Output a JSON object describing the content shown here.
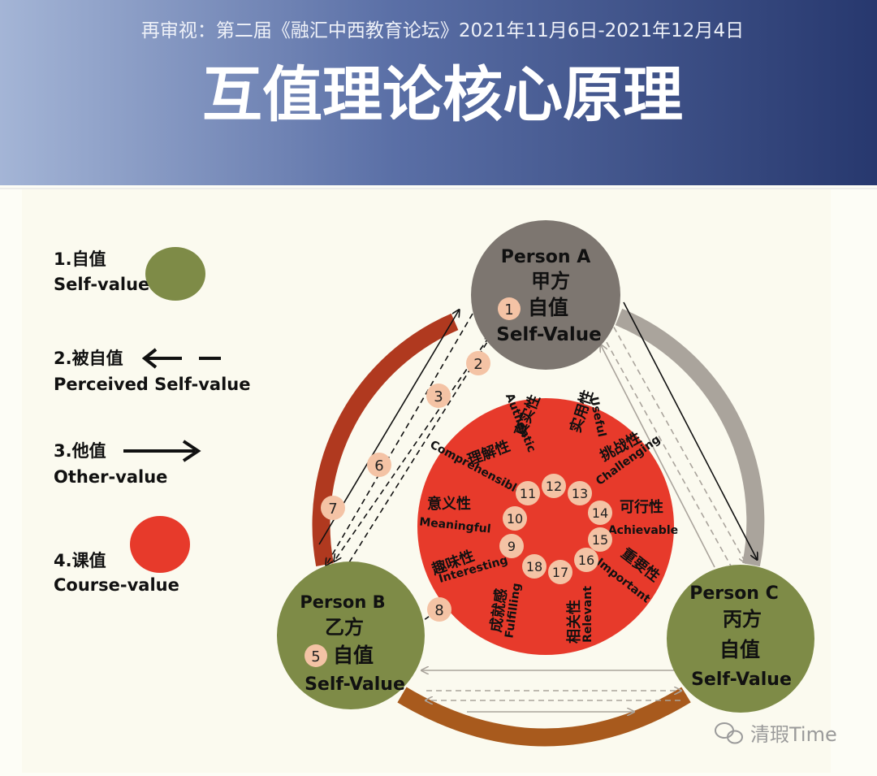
{
  "header": {
    "subtitle": "再审视：第二届《融汇中西教育论坛》2021年11月6日-2021年12月4日",
    "title": "互值理论核心原理"
  },
  "legend": {
    "item1": {
      "label_cn": "1.自值",
      "label_en": "Self-value",
      "color": "#7e8b47"
    },
    "item2": {
      "label_cn": "2.被自值",
      "label_en": "Perceived Self-value"
    },
    "item3": {
      "label_cn": "3.他值",
      "label_en": "Other-value"
    },
    "item4": {
      "label_cn": "4.课值",
      "label_en": "Course-value",
      "color": "#e73a2b"
    }
  },
  "persons": {
    "a": {
      "name": "Person A",
      "cn": "甲方",
      "self_cn": "自值",
      "self_en": "Self-Value",
      "badge": "1",
      "color": "#7d7670"
    },
    "b": {
      "name": "Person B",
      "cn": "乙方",
      "self_cn": "自值",
      "self_en": "Self-Value",
      "badge": "5",
      "color": "#7e8b47"
    },
    "c": {
      "name": "Person C",
      "cn": "丙方",
      "self_cn": "自值",
      "self_en": "Self-Value",
      "color": "#7e8b47"
    }
  },
  "course": {
    "color": "#e73a2b",
    "properties": [
      {
        "cn": "真实性",
        "en": "Authentic"
      },
      {
        "cn": "实用性",
        "en": "Useful"
      },
      {
        "cn": "挑战性",
        "en": "Challenging"
      },
      {
        "cn": "可行性",
        "en": "Achievable"
      },
      {
        "cn": "重要性",
        "en": "Important"
      },
      {
        "cn": "相关性",
        "en": "Relevant"
      },
      {
        "cn": "成就感",
        "en": "Fulfilling"
      },
      {
        "cn": "趣味性",
        "en": "Interesting"
      },
      {
        "cn": "意义性",
        "en": "Meaningful"
      },
      {
        "cn": "理解性",
        "en": "Comprehensible"
      }
    ],
    "inner_numbers": [
      "9",
      "10",
      "11",
      "12",
      "13",
      "14",
      "15",
      "16",
      "17",
      "18"
    ]
  },
  "relation_badges": [
    "2",
    "3",
    "6",
    "7",
    "8"
  ],
  "watermark": "清瑕Time"
}
